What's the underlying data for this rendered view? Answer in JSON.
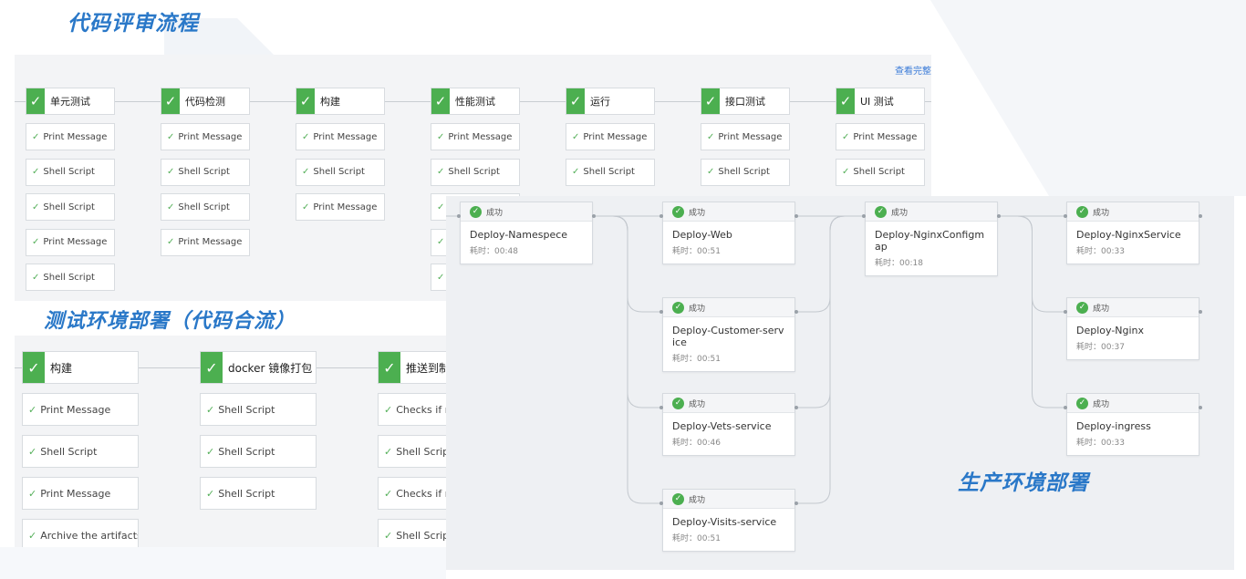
{
  "sections": {
    "review": {
      "heading": "代码评审流程",
      "view_link": "查看完整",
      "stages": [
        {
          "label": "单元测试",
          "steps": [
            "Print Message",
            "Shell Script",
            "Shell Script",
            "Print Message",
            "Shell Script"
          ]
        },
        {
          "label": "代码检测",
          "steps": [
            "Print Message",
            "Shell Script",
            "Shell Script",
            "Print Message"
          ]
        },
        {
          "label": "构建",
          "steps": [
            "Print Message",
            "Shell Script",
            "Print Message"
          ]
        },
        {
          "label": "性能测试",
          "steps": [
            "Print Message",
            "Shell Script",
            "",
            "",
            ""
          ]
        },
        {
          "label": "运行",
          "steps": [
            "Print Message",
            "Shell Script"
          ]
        },
        {
          "label": "接口测试",
          "steps": [
            "Print Message",
            "Shell Script"
          ]
        },
        {
          "label": "UI 测试",
          "steps": [
            "Print Message",
            "Shell Script"
          ]
        }
      ]
    },
    "test_env": {
      "heading": "测试环境部署（代码合流）",
      "stages": [
        {
          "label": "构建",
          "steps": [
            "Print Message",
            "Shell Script",
            "Print Message",
            "Archive the artifacts"
          ]
        },
        {
          "label": "docker 镜像打包",
          "steps": [
            "Shell Script",
            "Shell Script",
            "Shell Script"
          ]
        },
        {
          "label": "推送到制品",
          "steps": [
            "Checks if run",
            "Shell Script",
            "Checks if run",
            "Shell Script"
          ]
        }
      ]
    },
    "prod_env": {
      "heading": "生产环境部署",
      "status_label": "成功",
      "time_prefix": "耗时：",
      "nodes": [
        {
          "name": "Deploy-Namespece",
          "time": "00:48"
        },
        {
          "name": "Deploy-Web",
          "time": "00:51"
        },
        {
          "name": "Deploy-Customer-service",
          "time": "00:51"
        },
        {
          "name": "Deploy-Vets-service",
          "time": "00:46"
        },
        {
          "name": "Deploy-Visits-service",
          "time": "00:51"
        },
        {
          "name": "Deploy-NginxConfigmap",
          "time": "00:18"
        },
        {
          "name": "Deploy-NginxService",
          "time": "00:33"
        },
        {
          "name": "Deploy-Nginx",
          "time": "00:37"
        },
        {
          "name": "Deploy-ingress",
          "time": "00:33"
        }
      ]
    }
  },
  "colors": {
    "accent": "#2a78c8",
    "success": "#4caf50"
  }
}
